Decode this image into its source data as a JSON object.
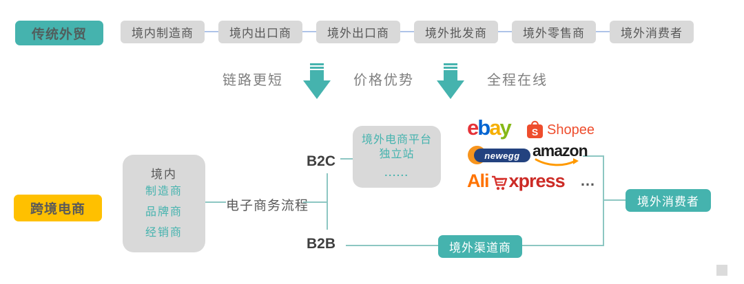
{
  "labels": {
    "traditional": "传统外贸",
    "crossborder": "跨境电商"
  },
  "traditional_chain": [
    "境内制造商",
    "境内出口商",
    "境外出口商",
    "境外批发商",
    "境外零售商",
    "境外消费者"
  ],
  "benefits": {
    "b1": "链路更短",
    "b2": "价格优势",
    "b3": "全程在线"
  },
  "flow": {
    "domestic_title": "境内",
    "domestic_roles": [
      "制造商",
      "品牌商",
      "经销商"
    ],
    "process_label": "电子商务流程",
    "b2c": "B2C",
    "b2b": "B2B",
    "platform_line1": "境外电商平台",
    "platform_line2": "独立站",
    "platform_dots": "......",
    "channel": "境外渠道商",
    "consumer": "境外消费者"
  },
  "logos": {
    "ebay": {
      "e": "e",
      "b": "b",
      "a": "a",
      "y": "y"
    },
    "shopee": {
      "icon_letter": "S",
      "text": "Shopee"
    },
    "newegg": {
      "text": "newegg"
    },
    "amazon": {
      "text": "amazon"
    },
    "aliexpress": {
      "ali": "Ali",
      "xpress": "xpress"
    },
    "more": "…"
  },
  "colors": {
    "teal": "#45b3ae",
    "yellow": "#ffc000",
    "box_gray": "#d9d9d9",
    "text_dark": "#595959",
    "text_mid": "#7f7f7f",
    "connector_blue": "#aec3e8",
    "connector_teal": "#8cc6c2",
    "ebay_e": "#e53238",
    "ebay_b": "#0064d2",
    "ebay_a": "#f5af02",
    "ebay_y": "#86b817",
    "shopee_orange": "#ee4d2d",
    "amazon_orange": "#ff9900",
    "newegg_navy": "#23427f",
    "newegg_orange": "#f7941d",
    "ali_orange": "#ff7300",
    "ali_red": "#cc2b26"
  }
}
